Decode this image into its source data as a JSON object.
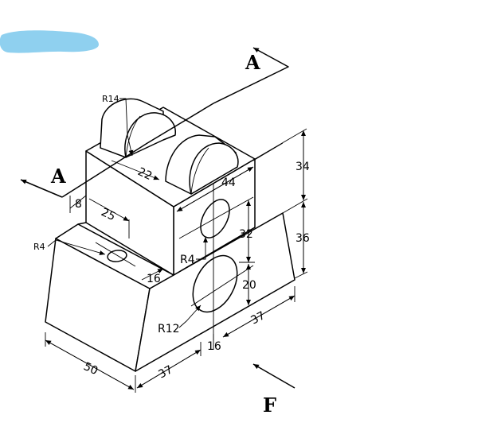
{
  "section_arrows": {
    "top_label": "A",
    "left_label": "A"
  },
  "view_arrow": {
    "label": "F"
  },
  "dimensions": {
    "r14": "R14",
    "d22": "22",
    "d8": "8",
    "d25": "25",
    "r4_left": "R4",
    "d16_slot": "16",
    "d44": "44",
    "d34": "34",
    "d36": "36",
    "d32": "32",
    "r4_hole": "R4",
    "d20": "20",
    "r12": "R12",
    "d16_bottom": "16",
    "d37_right": "37",
    "d37_bottom": "37",
    "d50": "50"
  },
  "colors": {
    "redaction_blob": "#8fd0ef",
    "line": "#000000"
  }
}
